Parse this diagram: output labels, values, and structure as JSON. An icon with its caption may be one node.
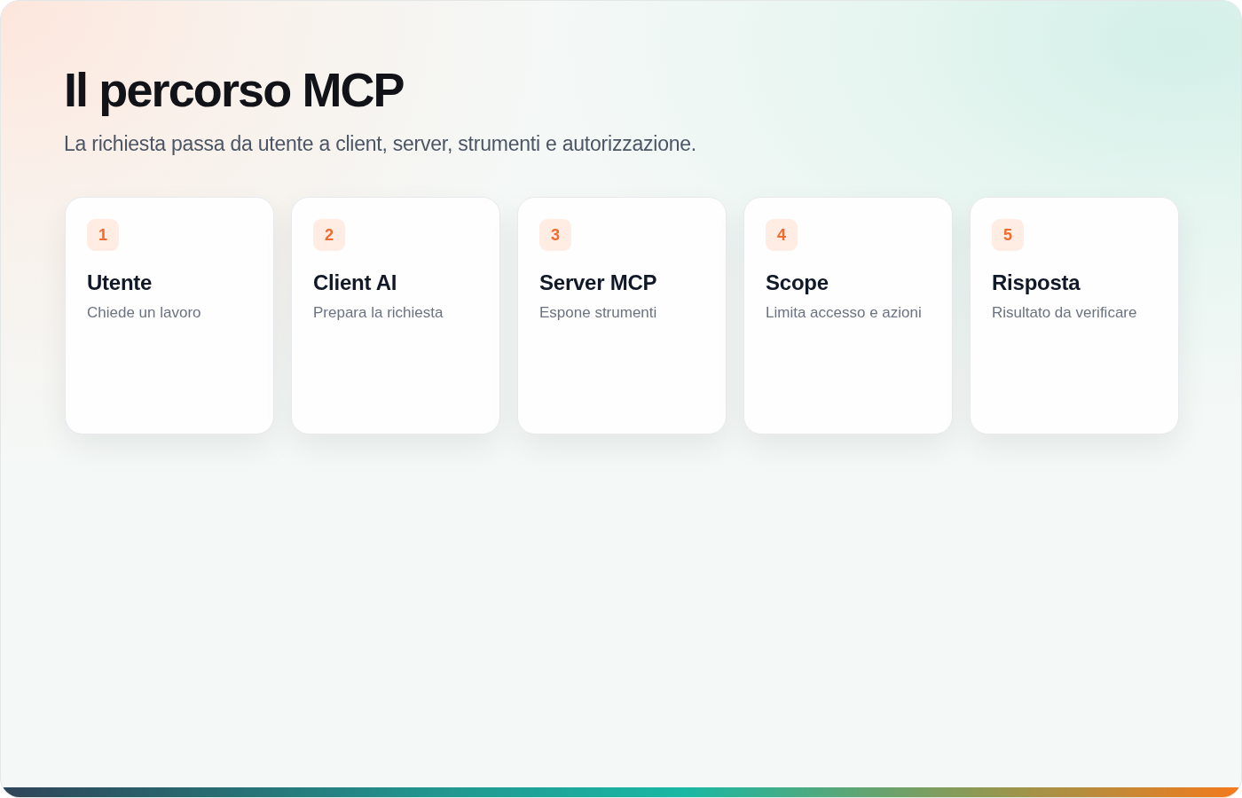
{
  "diagram": {
    "title": "Il percorso MCP",
    "caption": "La richiesta passa da utente a client, server, strumenti e autorizzazione.",
    "nodes": [
      {
        "text": [
          "Utente",
          "Chiede un lavoro"
        ]
      },
      {
        "text": [
          "1"
        ],
        "in": 0
      },
      {
        "text": [
          "Client AI",
          "Prepara la richiesta"
        ]
      },
      {
        "text": [
          "2"
        ],
        "in": 2
      },
      {
        "text": [
          "Server MCP",
          "Espone strumenti"
        ]
      },
      {
        "text": [
          "3"
        ],
        "in": 4
      },
      {
        "text": [
          "Scope",
          "Limita accesso e azioni"
        ]
      },
      {
        "text": [
          "4"
        ],
        "in": 6
      },
      {
        "text": [
          "Risposta",
          "Risultato da verificare"
        ]
      },
      {
        "text": [
          "5"
        ],
        "in": 8
      }
    ]
  }
}
